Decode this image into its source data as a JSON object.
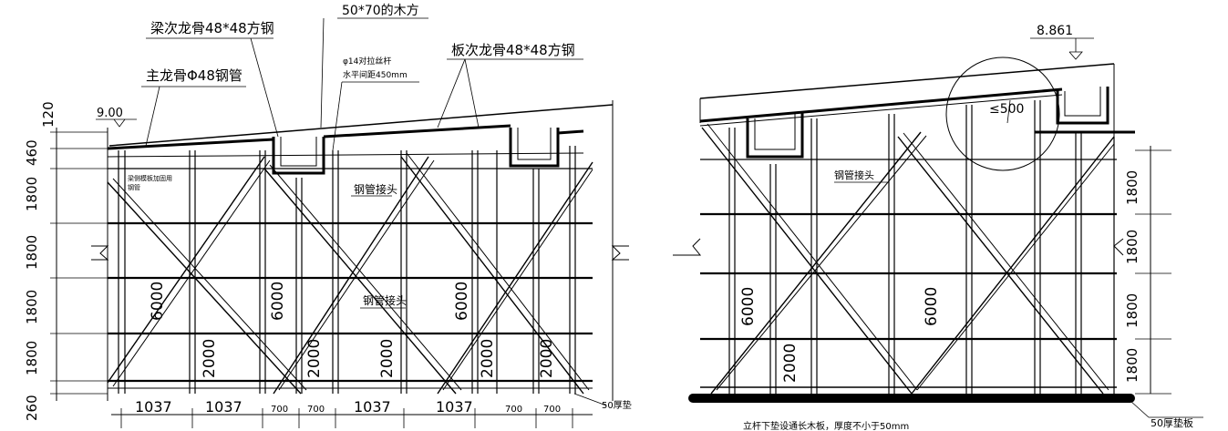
{
  "left_drawing": {
    "callouts": {
      "beam_secondary": "梁次龙骨48*48方钢",
      "timber": "50*70的木方",
      "main_joist": "主龙骨Φ48钢管",
      "tie_rod": "φ14对拉丝杆",
      "tie_rod_spacing": "水平间距450mm",
      "slab_secondary": "板次龙骨48*48方钢",
      "pipe_joint_1": "钢管接头",
      "pipe_joint_2": "钢管接头",
      "beam_side_note_1": "梁侧模板加固用",
      "beam_side_note_2": "钢管"
    },
    "elevation": "9.00",
    "left_dims": [
      "120",
      "460",
      "1800",
      "1800",
      "1800",
      "1800",
      "260"
    ],
    "bottom_dims": [
      "1037",
      "1037",
      "700",
      "700",
      "1037",
      "1037",
      "700",
      "700"
    ],
    "height_labels": [
      "6000",
      "6000",
      "6000"
    ],
    "lower_labels": [
      "2000",
      "2000",
      "2000",
      "2000",
      "2000"
    ],
    "base_note": "50厚垫"
  },
  "right_drawing": {
    "elevation": "8.861",
    "detail_dim": "≤500",
    "pipe_joint": "钢管接头",
    "right_dims": [
      "1800",
      "1800",
      "1800",
      "1800"
    ],
    "height_labels": [
      "6000",
      "6000"
    ],
    "lower_label": "2000",
    "base_note": "50厚垫板",
    "footnote": "立杆下垫设通长木板，厚度不小于50mm"
  }
}
